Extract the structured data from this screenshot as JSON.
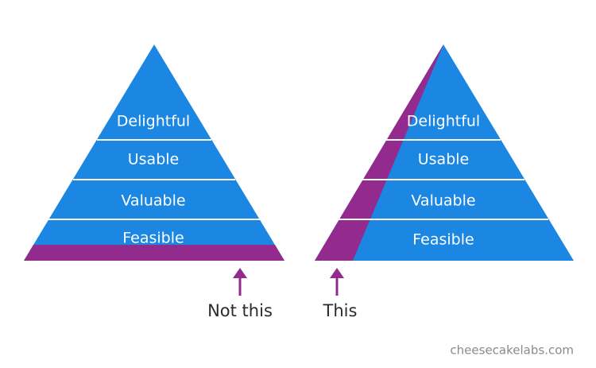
{
  "colors": {
    "pyramid": "#1b87e3",
    "accent": "#932a8e",
    "separator": "#ffffff",
    "caption_text": "#2b2b2b",
    "credit_text": "#8a8a8a"
  },
  "pyramids": [
    {
      "layers": [
        "Delightful",
        "Usable",
        "Valuable",
        "Feasible"
      ],
      "caption": "Not this"
    },
    {
      "layers": [
        "Delightful",
        "Usable",
        "Valuable",
        "Feasible"
      ],
      "caption": "This"
    }
  ],
  "credit": "cheesecakelabs.com"
}
